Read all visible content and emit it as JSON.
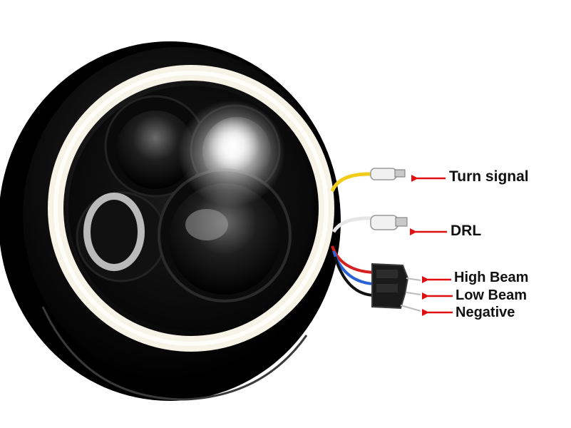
{
  "labels": {
    "turn_signal": "Turn signal",
    "drl": "DRL",
    "high_beam": "High Beam",
    "low_beam": "Low Beam",
    "negative": "Negative"
  },
  "colors": {
    "arrow": "#e01010",
    "wire_yellow": "#f2cc1a",
    "wire_white": "#f4f4f4",
    "wire_red": "#d62020",
    "wire_blue": "#2a62d8",
    "wire_black": "#111111",
    "halo": "#f7f3e6",
    "housing": "#0d0d0d"
  },
  "icons": {
    "product": "led-headlight-photo",
    "pointer": "red-arrow-icon"
  }
}
